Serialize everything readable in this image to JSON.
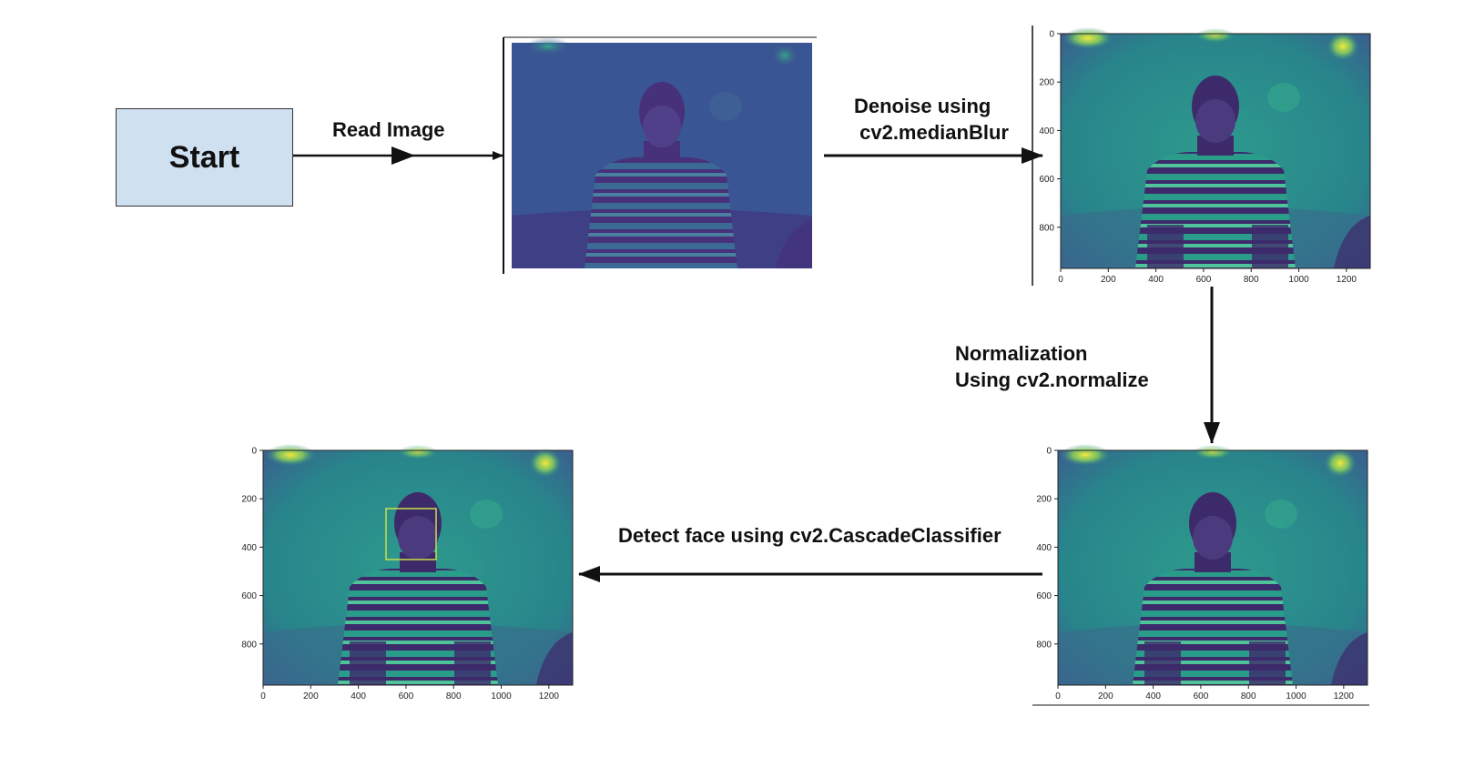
{
  "nodes": {
    "start": "Start"
  },
  "edges": {
    "read_image": "Read Image",
    "denoise": "Denoise using\n cv2.medianBlur",
    "normalize": "Normalization\nUsing cv2.normalize",
    "detect": "Detect face using cv2.CascadeClassifier"
  },
  "plot_axes": {
    "x_ticks": [
      "0",
      "200",
      "400",
      "600",
      "800",
      "1000",
      "1200"
    ],
    "y_ticks": [
      "0",
      "200",
      "400",
      "600",
      "800"
    ]
  },
  "colors": {
    "start_fill": "#cfe0f1",
    "raw_image_tint": "#3a4d8f",
    "viridis_mid": "#2a8c8a",
    "viridis_dark": "#3d2a6b",
    "viridis_bright": "#d8e23a",
    "face_box": "#c8e04a"
  }
}
